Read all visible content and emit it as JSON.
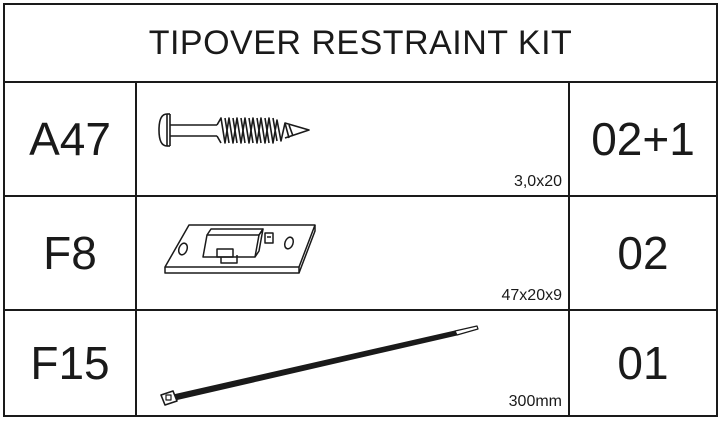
{
  "title": "TIPOVER RESTRAINT KIT",
  "parts": [
    {
      "code": "A47",
      "dimension": "3,0x20",
      "quantity": "02+1",
      "icon": "screw-icon"
    },
    {
      "code": "F8",
      "dimension": "47x20x9",
      "quantity": "02",
      "icon": "bracket-icon"
    },
    {
      "code": "F15",
      "dimension": "300mm",
      "quantity": "01",
      "icon": "cable-tie-icon"
    }
  ]
}
